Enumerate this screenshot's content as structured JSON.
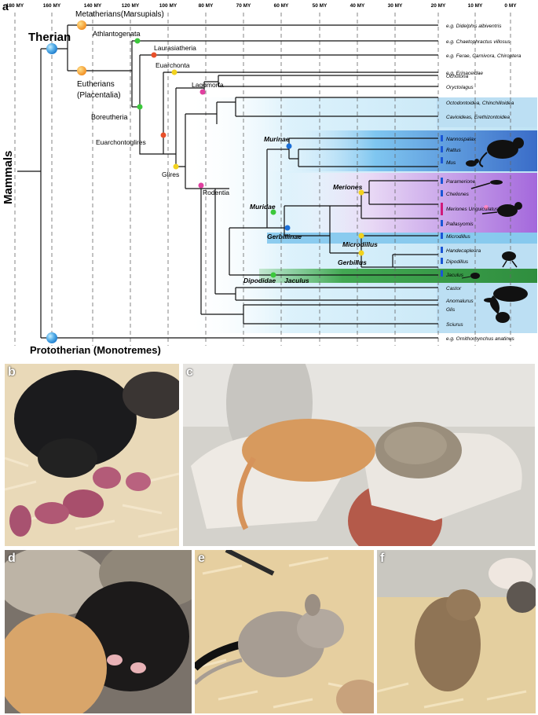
{
  "figure": {
    "panel_letters": [
      "a",
      "b",
      "c",
      "d",
      "e",
      "f"
    ]
  },
  "timescale": {
    "unit_labels": [
      "180 MY",
      "160 MY",
      "140 MY",
      "120 MY",
      "100 MY",
      "80 MY",
      "70 MY",
      "60 MY",
      "50 MY",
      "40 MY",
      "30 MY",
      "20 MY",
      "10 MY",
      "0 MY"
    ],
    "values": [
      180,
      160,
      140,
      120,
      100,
      80,
      70,
      60,
      50,
      40,
      30,
      20,
      10,
      0
    ]
  },
  "root_label": "Mammals",
  "clade_labels": {
    "therian": "Therian",
    "metatherians": "Metatherians(Marsupials)",
    "athlantogenata": "Athlantogenata",
    "eutherians": "Eutherians",
    "placentalia": "(Placentalia)",
    "laurasiatheria": "Laurasiatheria",
    "boreutheria": "Boreutheria",
    "euarchonta": "Euarchonta",
    "lagomorfa": "Lagomorfa",
    "euarchontoglires": "Euarchontoglires",
    "glires": "Glires",
    "rodentia": "Rodentia",
    "murinae": "Murinae",
    "muridae": "Muridae",
    "gerbillinae": "Gerbillinae",
    "meriones": "Meriones",
    "microdillus": "Microdillus",
    "gerbillus": "Gerbillus",
    "dipodidae": "Dipodidae",
    "jaculus": "Jaculus",
    "prototherian": "Prototherian (Monotremes)"
  },
  "tips": {
    "didelphis": "e.g. Didelphis albiventris",
    "chaetophractus": "e.g. Chaetophractus villosus",
    "ferae": "e.g. Ferae, Carnivora, Chiroptera",
    "erinaceidae": "e.g. Erinaceidae",
    "ochotona": "Ochotona",
    "oryctolagus": "Oryctolagus",
    "octodontoidea": "Octodontoidea, Chinchilloidea",
    "cavioideas": "Cavioideas, Erethizontoidea",
    "nannospalax": "Nannospalax",
    "rattus": "Rattus",
    "mus": "Mus",
    "paramerione": "Paramerione",
    "cheliones": "Cheliones",
    "meriones_unguiculatus": "Meriones Unguiculatus",
    "pallasyomis": "Pallasyomis",
    "microdillus": "Microdillus",
    "handecapleura": "Handecapleura",
    "dipodillus": "Dipodillus",
    "jaculus": "Jaculus",
    "castor": "Castor",
    "anomalurus": "Anomalurus",
    "glis": "Glis",
    "sciurus": "Sciurus",
    "ornithorhynchus": "e.g. Ornithorhynchus anatinus"
  },
  "colors": {
    "node_orange": "#f5a623",
    "node_blue": "#3a8fd8",
    "node_green": "#3cc83c",
    "node_red": "#e8502a",
    "node_yellow": "#f2d21e",
    "node_magenta": "#e040a0",
    "band_lightblue": "#bfe3f5",
    "band_murinae": "#4a86d8",
    "band_meriones": "#b07ae0",
    "band_microdillus": "#6fb8e8",
    "band_jaculus": "#3a9a4a",
    "tick_blue": "#1a56d6",
    "tick_magenta": "#d01a7a"
  }
}
